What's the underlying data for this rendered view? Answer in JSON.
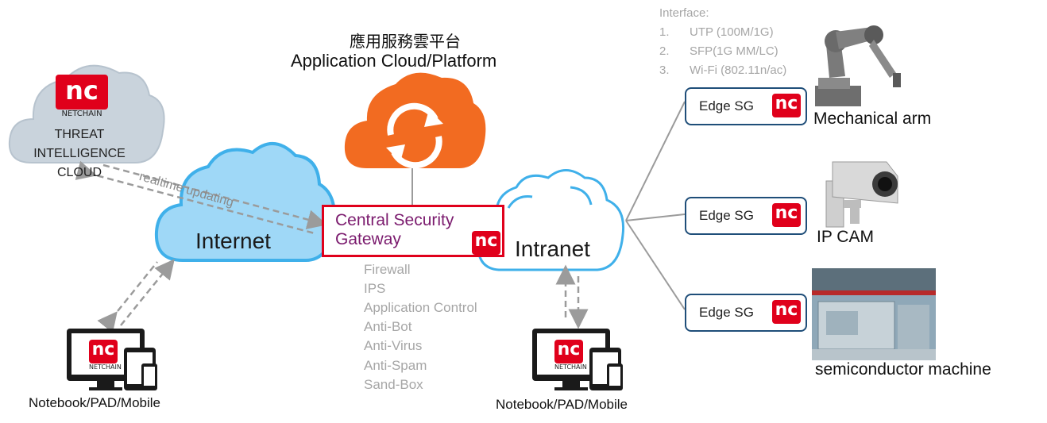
{
  "header": {
    "title_cn": "應用服務雲平台",
    "title_en": "Application Cloud/Platform"
  },
  "interface": {
    "heading": "Interface:",
    "items": [
      {
        "num": "1.",
        "text": "UTP (100M/1G)"
      },
      {
        "num": "2.",
        "text": "SFP(1G MM/LC)"
      },
      {
        "num": "3.",
        "text": "Wi-Fi (802.11n/ac)"
      }
    ]
  },
  "threat_cloud": {
    "line1": "THREAT INTELLIGENCE",
    "line2": "CLOUD",
    "logo_text": "NETCHAIN"
  },
  "sync_label": "realtime updating",
  "internet_label": "Internet",
  "intranet_label": "Intranet",
  "gateway": {
    "line1": "Central Security",
    "line2": "Gateway",
    "features": [
      "Firewall",
      "IPS",
      "Application Control",
      "Anti-Bot",
      "Anti-Virus",
      "Anti-Spam",
      "Sand-Box"
    ]
  },
  "devices": {
    "left_label": "Notebook/PAD/Mobile",
    "right_label": "Notebook/PAD/Mobile",
    "logo_text": "NETCHAIN"
  },
  "edges": [
    {
      "label": "Edge SG",
      "target": "Mechanical arm"
    },
    {
      "label": "Edge SG",
      "target": "IP CAM"
    },
    {
      "label": "Edge SG",
      "target": "semiconductor machine"
    }
  ],
  "logo": {
    "mark": "nc",
    "brand": "NETCHAIN"
  },
  "colors": {
    "cloud_blue": "#9fd8f7",
    "cloud_blue_stroke": "#3fb0ea",
    "app_cloud_orange": "#f26b21",
    "threat_cloud_gray": "#c9d3dc",
    "gateway_red": "#e0001b",
    "gateway_text": "#7b1b6e",
    "edge_border": "#1f4e79",
    "muted_text": "#a6a6a6"
  }
}
